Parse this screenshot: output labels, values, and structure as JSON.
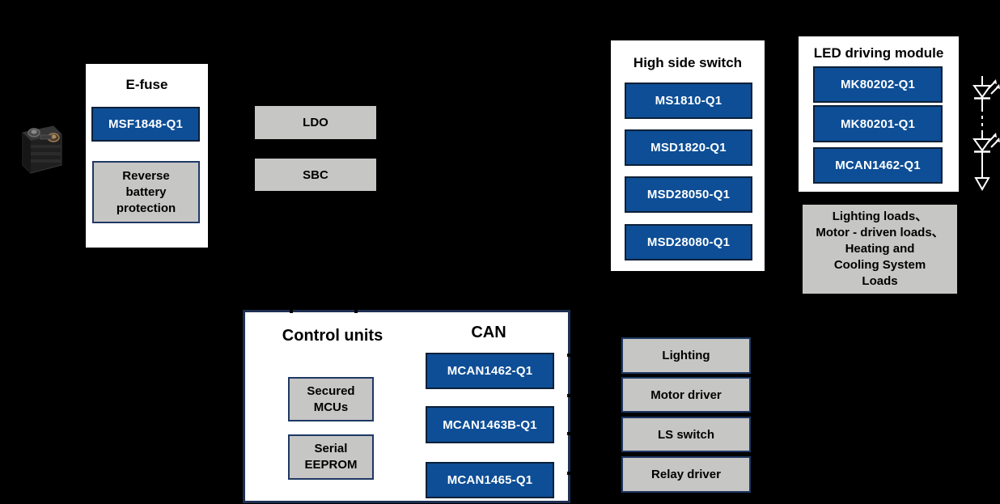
{
  "colors": {
    "background": "#000000",
    "panel_white": "#ffffff",
    "chip_blue": "#0d4e96",
    "chip_border": "#0c2038",
    "block_gray": "#c6c6c4",
    "block_border": "#1f3864",
    "panel_border": "#1e2f52",
    "chip_text": "#ffffff",
    "text_black": "#000000"
  },
  "battery": {
    "icon": "car-battery-photo"
  },
  "efuse_panel": {
    "title": "E-fuse",
    "chips": [
      "MSF1848-Q1"
    ],
    "reverse_block": "Reverse\nbattery\nprotection"
  },
  "power_blocks": {
    "ldo": "LDO",
    "sbc": "SBC"
  },
  "high_side_switch_panel": {
    "title": "High side switch",
    "chips": [
      "MS1810-Q1",
      "MSD1820-Q1",
      "MSD28050-Q1",
      "MSD28080-Q1"
    ]
  },
  "led_module_panel": {
    "title": "LED driving module",
    "chips": [
      "MK80202-Q1",
      "MK80201-Q1",
      "MCAN1462-Q1"
    ],
    "led_string_icon": "led-string-schematic"
  },
  "loads_block": {
    "text": "Lighting loads、\nMotor - driven loads、\nHeating and\nCooling System\nLoads"
  },
  "control_units_panel": {
    "title": "Control units",
    "can_title": "CAN",
    "secured_mcus": "Secured\nMCUs",
    "serial_eeprom": "Serial\nEEPROM",
    "chips": [
      "MCAN1462-Q1",
      "MCAN1463B-Q1",
      "MCAN1465-Q1"
    ]
  },
  "load_driver_blocks": [
    "Lighting",
    "Motor driver",
    "LS switch",
    "Relay driver"
  ]
}
